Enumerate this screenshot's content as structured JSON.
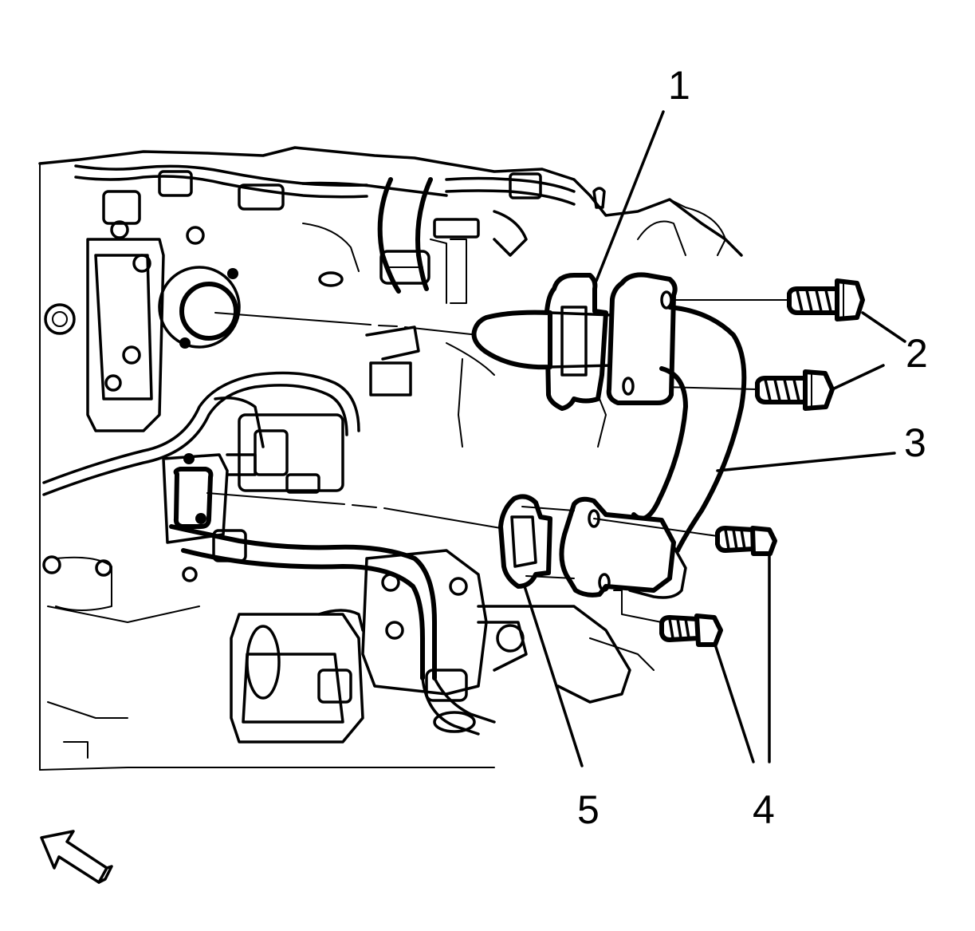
{
  "callouts": [
    {
      "id": "1",
      "label": "1",
      "part": "gasket"
    },
    {
      "id": "2",
      "label": "2",
      "part": "bolts"
    },
    {
      "id": "3",
      "label": "3",
      "part": "pipe"
    },
    {
      "id": "4",
      "label": "4",
      "part": "bolts"
    },
    {
      "id": "5",
      "label": "5",
      "part": "gasket"
    }
  ],
  "icons": {
    "view_direction": "view-direction-arrow-icon"
  },
  "colors": {
    "line": "#000000",
    "background": "#ffffff"
  }
}
